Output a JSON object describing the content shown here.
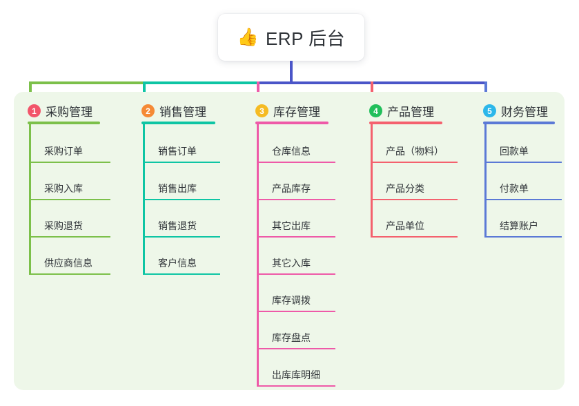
{
  "root": {
    "icon": "thumbs-up-icon",
    "emoji": "👍",
    "title": "ERP 后台"
  },
  "connector": {
    "trunk_color": "#4a55c8",
    "segments": [
      {
        "name": "segment-green",
        "color": "#7cc04a"
      },
      {
        "name": "segment-teal",
        "color": "#0ec5a4"
      },
      {
        "name": "segment-indigo",
        "color": "#4a55c8"
      }
    ]
  },
  "panel": {
    "background": "#eef7e9"
  },
  "columns": [
    {
      "index": "1",
      "title": "采购管理",
      "badge_color": "#f2556a",
      "accent": "#7cc04a",
      "items": [
        {
          "label": "采购订单"
        },
        {
          "label": "采购入库"
        },
        {
          "label": "采购退货"
        },
        {
          "label": "供应商信息"
        }
      ]
    },
    {
      "index": "2",
      "title": "销售管理",
      "badge_color": "#f58a36",
      "accent": "#0ec5a4",
      "items": [
        {
          "label": "销售订单"
        },
        {
          "label": "销售出库"
        },
        {
          "label": "销售退货"
        },
        {
          "label": "客户信息"
        }
      ]
    },
    {
      "index": "3",
      "title": "库存管理",
      "badge_color": "#f5bb22",
      "accent": "#ee5aa8",
      "items": [
        {
          "label": "仓库信息"
        },
        {
          "label": "产品库存"
        },
        {
          "label": "其它出库"
        },
        {
          "label": "其它入库"
        },
        {
          "label": "库存调拨"
        },
        {
          "label": "库存盘点"
        },
        {
          "label": "出库库明细"
        }
      ]
    },
    {
      "index": "4",
      "title": "产品管理",
      "badge_color": "#21bf5b",
      "accent": "#f4616e",
      "items": [
        {
          "label": "产品（物料）"
        },
        {
          "label": "产品分类"
        },
        {
          "label": "产品单位"
        }
      ]
    },
    {
      "index": "5",
      "title": "财务管理",
      "badge_color": "#2cb7ea",
      "accent": "#5b79d6",
      "items": [
        {
          "label": "回款单"
        },
        {
          "label": "付款单"
        },
        {
          "label": "结算账户"
        }
      ]
    }
  ]
}
